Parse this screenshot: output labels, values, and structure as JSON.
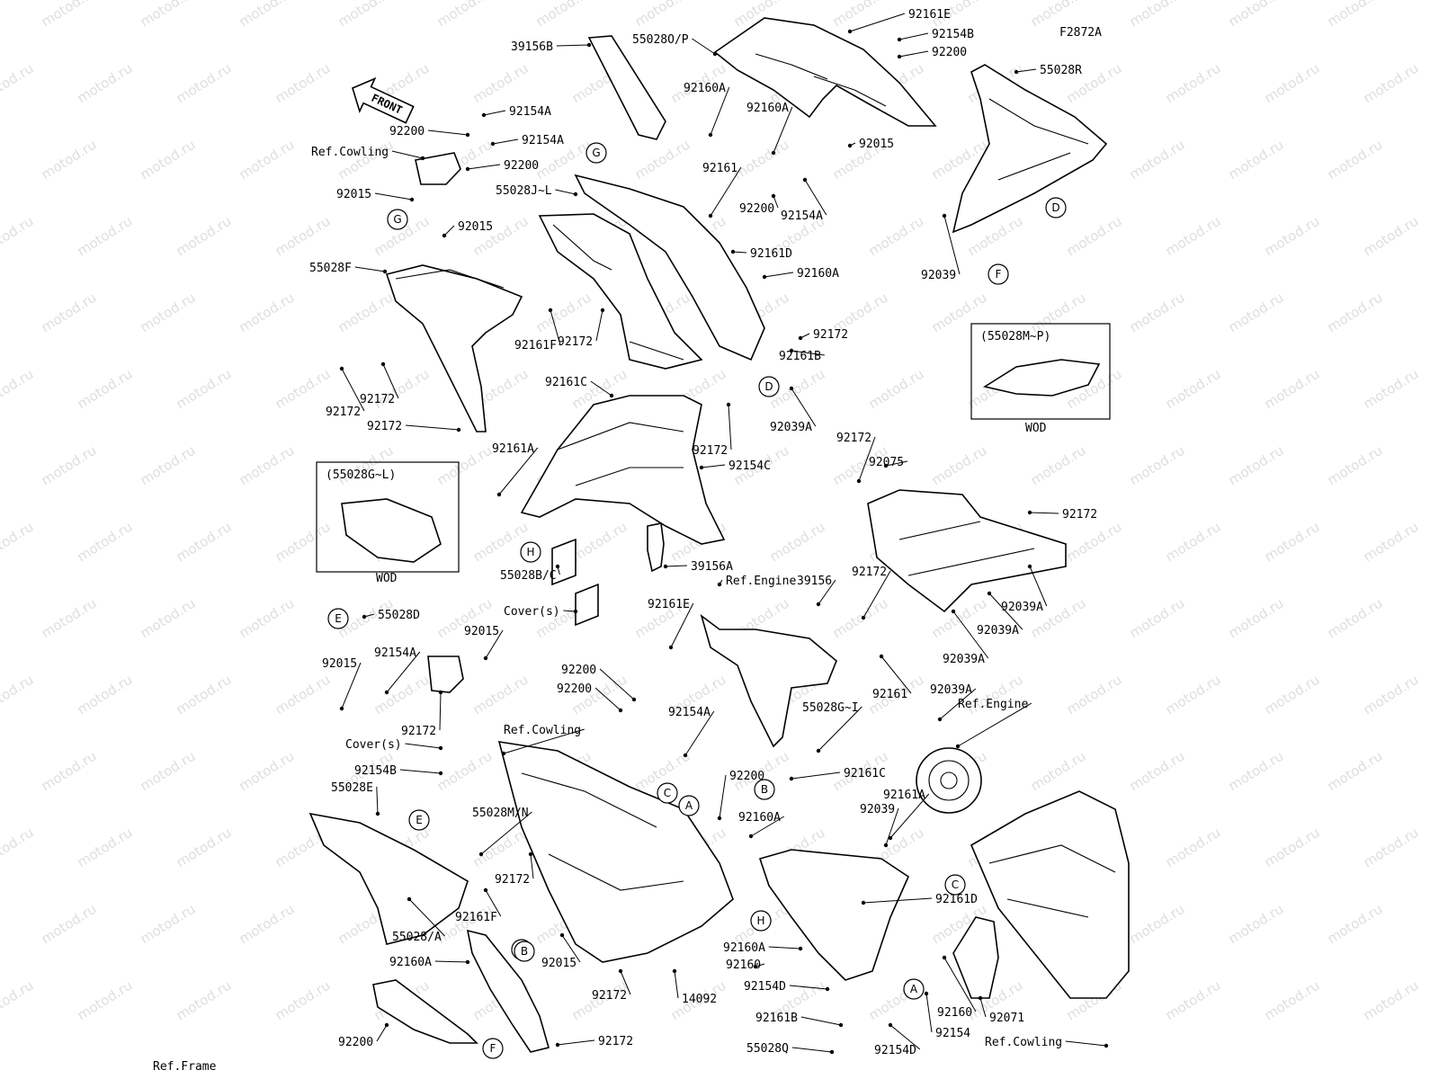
{
  "figure_code": "F2872A",
  "watermark": "motod.ru",
  "front_arrow": "FRONT",
  "wod_boxes": [
    {
      "code": "(55028G~L)",
      "caption": "WOD"
    },
    {
      "code": "(55028M~P)",
      "caption": "WOD"
    }
  ],
  "callouts": [
    "G",
    "G",
    "D",
    "D",
    "F",
    "H",
    "E",
    "C",
    "A",
    "B",
    "C",
    "H",
    "B",
    "F",
    "A",
    "E",
    "C"
  ],
  "labels": [
    "92161E",
    "55028O/P",
    "92154B",
    "92200",
    "55028R",
    "39156B",
    "92160A",
    "92160A",
    "92015",
    "92154A",
    "92200",
    "Ref.Cowling",
    "92154A",
    "92200",
    "92015",
    "55028J~L",
    "92161",
    "92154A",
    "92200",
    "92161D",
    "92015",
    "92160A",
    "92039",
    "55028F",
    "92161F",
    "92172",
    "92172",
    "92161B",
    "92161C",
    "92172",
    "92172",
    "92172",
    "92039A",
    "92161A",
    "92172",
    "92172",
    "92075",
    "92154C",
    "55028B/C",
    "39156A",
    "Ref.Engine",
    "Cover(s)",
    "39156",
    "92172",
    "92172",
    "92039A",
    "92039A",
    "92039A",
    "55028D",
    "92161E",
    "92015",
    "92015",
    "92154A",
    "92200",
    "92200",
    "92154A",
    "92161",
    "92172",
    "Ref.Cowling",
    "55028G~I",
    "92039A",
    "Ref.Engine",
    "Cover(s)",
    "92154B",
    "92200",
    "92161C",
    "55028E",
    "55028M/N",
    "92160A",
    "92161A",
    "92172",
    "92161F",
    "92161D",
    "55028/A",
    "92160A",
    "92015",
    "92160A",
    "92160",
    "92154D",
    "92039",
    "92172",
    "92161B",
    "92160",
    "92071",
    "14092",
    "92172",
    "55028Q",
    "92154D",
    "92154",
    "92200",
    "Ref.Cowling",
    "Ref.Frame"
  ]
}
